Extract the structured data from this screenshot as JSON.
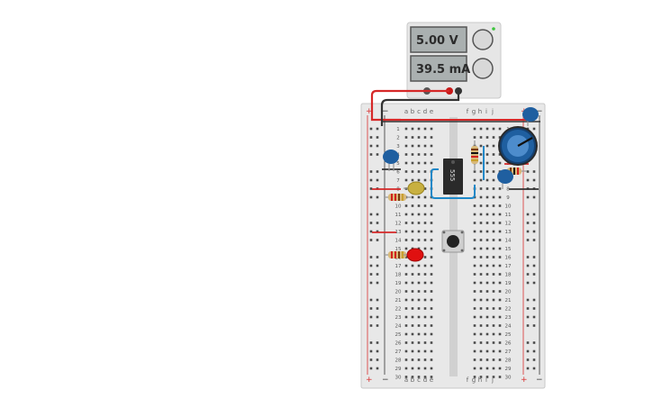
{
  "power_supply": {
    "voltage_display": "5.00 V",
    "current_display": "39.5 mA"
  },
  "breadboard": {
    "columns_left": [
      "a",
      "b",
      "c",
      "d",
      "e"
    ],
    "columns_right": [
      "f",
      "g",
      "h",
      "i",
      "j"
    ],
    "rows": [
      "1",
      "2",
      "3",
      "4",
      "5",
      "6",
      "7",
      "8",
      "9",
      "10",
      "11",
      "12",
      "13",
      "14",
      "15",
      "16",
      "17",
      "18",
      "19",
      "20",
      "21",
      "22",
      "23",
      "24",
      "25",
      "26",
      "27",
      "28",
      "29",
      "30"
    ],
    "rail_plus": "+",
    "rail_minus": "−"
  },
  "ic": {
    "label": "555"
  },
  "colors": {
    "wire_red": "#d62828",
    "wire_black": "#333333",
    "wire_blue": "#1e88c8",
    "capacitor": "#1f5fa0",
    "led_red": "#e01010",
    "led_yellow": "#c8b040"
  }
}
